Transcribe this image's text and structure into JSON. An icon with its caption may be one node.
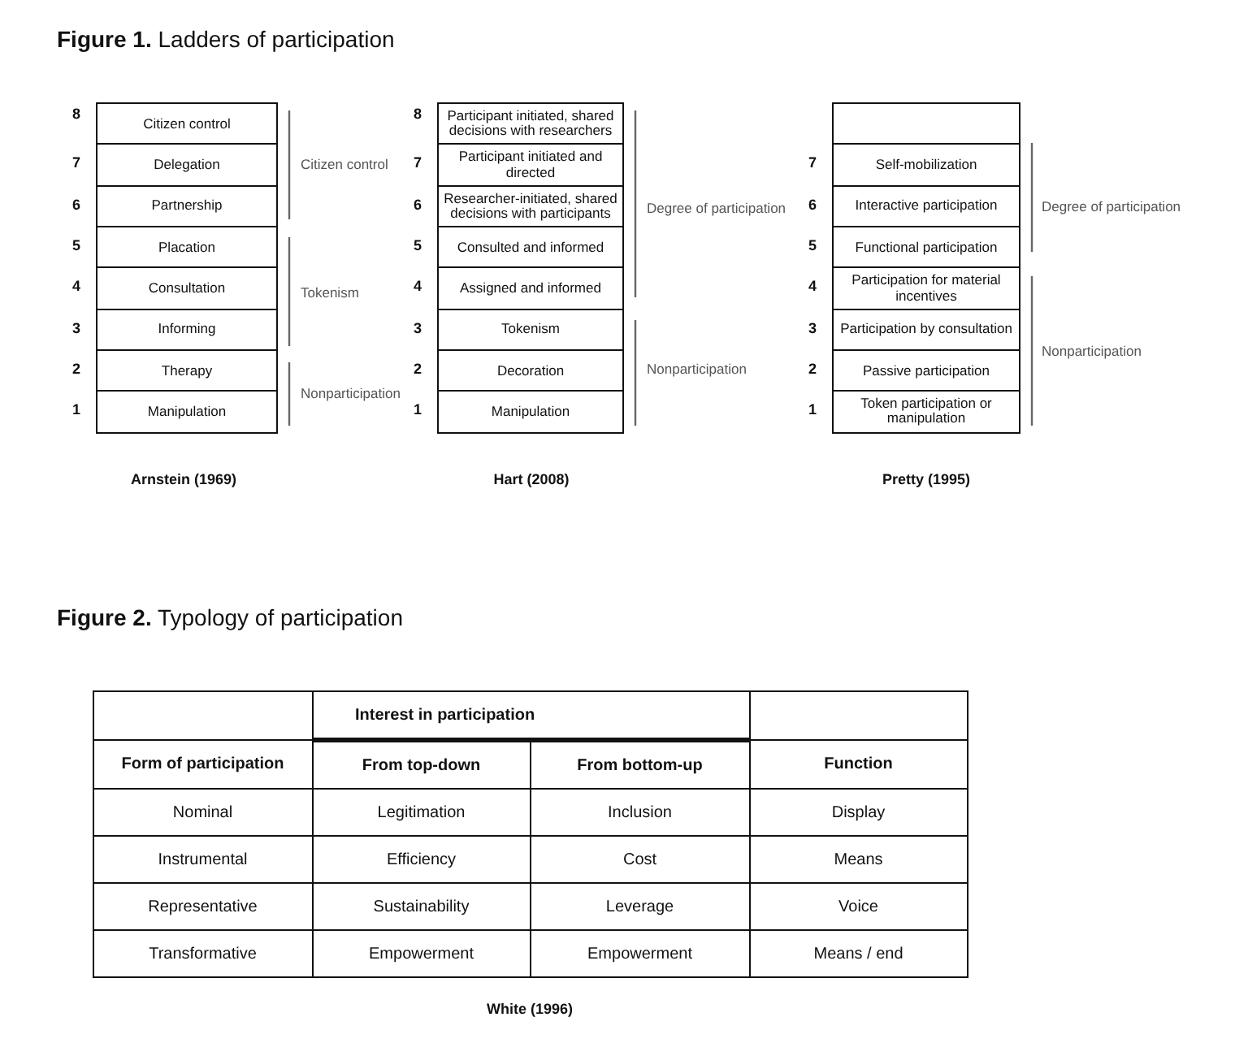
{
  "diagram": {
    "title": "**Figure 1.** Ladders of participation",
    "nodes": [
      {
        "text": [
          "Citizen control"
        ],
        "beside": [
          "8"
        ]
      },
      {
        "text": [
          "Delegation"
        ],
        "beside": [
          "7"
        ]
      },
      {
        "text": [
          "Partnership"
        ],
        "beside": [
          "6"
        ]
      },
      {
        "text": [
          "Placation"
        ],
        "beside": [
          "5"
        ]
      },
      {
        "text": [
          "Consultation"
        ],
        "beside": [
          "4"
        ]
      },
      {
        "text": [
          "Informing"
        ],
        "beside": [
          "3"
        ]
      },
      {
        "text": [
          "Therapy"
        ],
        "beside": [
          "2"
        ]
      },
      {
        "text": [
          "Manipulation"
        ],
        "beside": [
          "1"
        ]
      },
      {
        "text": [
          "Participant initiated, shared decisions with researchers"
        ],
        "beside": [
          "8"
        ]
      },
      {
        "text": [
          "Participant initiated and directed"
        ],
        "beside": [
          "7"
        ]
      },
      {
        "text": [
          "Researcher-initiated, shared decisions with participants"
        ],
        "beside": [
          "6"
        ]
      },
      {
        "text": [
          "Consulted and informed"
        ],
        "beside": [
          "5"
        ]
      },
      {
        "text": [
          "Assigned and informed"
        ],
        "beside": [
          "4"
        ]
      },
      {
        "text": [
          "Tokenism"
        ],
        "beside": [
          "3"
        ]
      },
      {
        "text": [
          "Decoration"
        ],
        "beside": [
          "2"
        ]
      },
      {
        "text": [
          "Manipulation"
        ],
        "beside": [
          "1"
        ]
      },
      {
        "text": [],
        "shape": "box"
      },
      {
        "text": [
          "Self-mobilization"
        ],
        "beside": [
          "7"
        ]
      },
      {
        "text": [
          "Interactive participation"
        ],
        "beside": [
          "6"
        ]
      },
      {
        "text": [
          "Functional participation"
        ],
        "beside": [
          "5"
        ]
      },
      {
        "text": [
          "Participation for material incentives"
        ],
        "beside": [
          "4"
        ]
      },
      {
        "text": [
          "Participation by consultation"
        ],
        "beside": [
          "3"
        ]
      },
      {
        "text": [
          "Passive participation"
        ],
        "beside": [
          "2"
        ]
      },
      {
        "text": [
          "Token participation or manipulation"
        ],
        "beside": [
          "1"
        ]
      }
    ],
    "labels": [
      "Citizen control",
      "Tokenism",
      "Nonparticipation",
      "Degree of participation",
      "Nonparticipation",
      "Degree of participation",
      "Nonparticipation",
      "Arnstein (1969)",
      "Hart (2008)",
      "Pretty (1995)",
      "**Figure 2.** Typology of participation",
      "Interest in participation",
      "Form of participation",
      "From top-down",
      "From bottom-up",
      "Function",
      "Nominal",
      "Legitimation",
      "Inclusion",
      "Display",
      "Instrumental",
      "Efficiency",
      "Cost",
      "Means",
      "Representative",
      "Sustainability",
      "Leverage",
      "Voice",
      "Transformative",
      "Empowerment",
      "Empowerment",
      "Means / end",
      "White (1996)"
    ]
  }
}
